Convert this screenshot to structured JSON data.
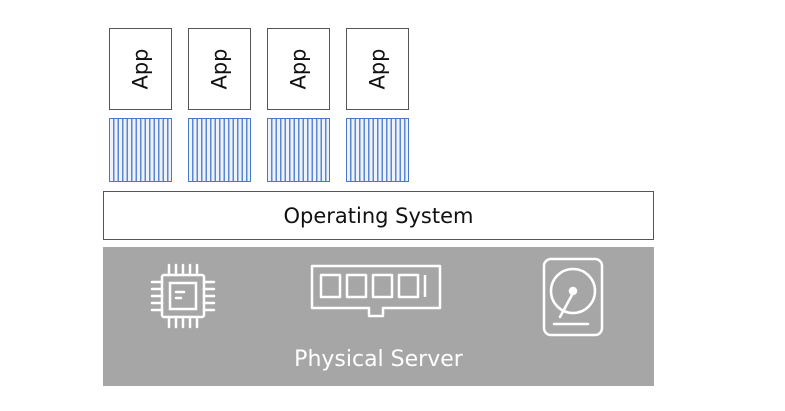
{
  "apps": [
    {
      "label": "App"
    },
    {
      "label": "App"
    },
    {
      "label": "App"
    },
    {
      "label": "App"
    }
  ],
  "operating_system": {
    "label": "Operating System"
  },
  "physical_server": {
    "label": "Physical Server",
    "icons": [
      "cpu-icon",
      "memory-icon",
      "hard-drive-icon"
    ]
  },
  "colors": {
    "app_border": "#555555",
    "container_stripe": "#5b86d1",
    "container_border": "#4a78c8",
    "server_fill": "#a6a6a6",
    "server_text": "#ffffff"
  }
}
